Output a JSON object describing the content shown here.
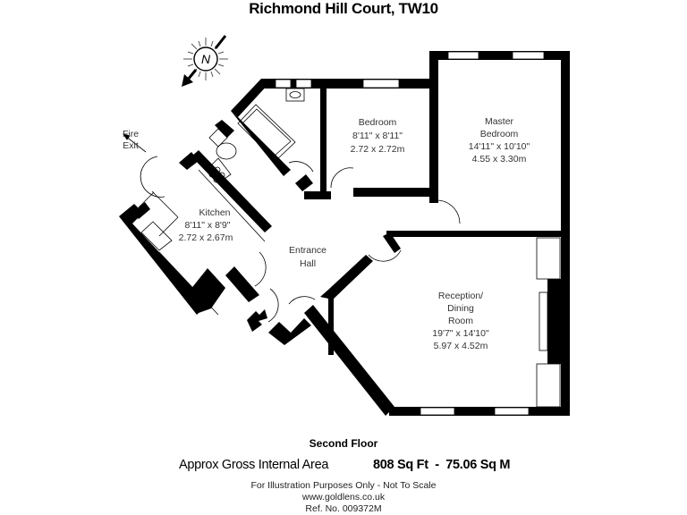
{
  "title": "Richmond Hill Court, TW10",
  "compass": {
    "label": "N"
  },
  "rooms": {
    "bedroom": {
      "name": "Bedroom",
      "imperial": "8'11\" x 8'11\"",
      "metric": "2.72 x 2.72m"
    },
    "master_bedroom": {
      "name_line1": "Master",
      "name_line2": "Bedroom",
      "imperial": "14'11\" x 10'10\"",
      "metric": "4.55 x 3.30m"
    },
    "kitchen": {
      "name": "Kitchen",
      "imperial": "8'11\" x 8'9\"",
      "metric": "2.72 x 2.67m"
    },
    "entrance_hall": {
      "name_line1": "Entrance",
      "name_line2": "Hall"
    },
    "reception": {
      "name_line1": "Reception/",
      "name_line2": "Dining",
      "name_line3": "Room",
      "imperial": "19'7\" x 14'10\"",
      "metric": "5.97 x 4.52m"
    }
  },
  "fire_exit": {
    "line1": "Fire",
    "line2": "Exit"
  },
  "footer": {
    "floor": "Second Floor",
    "area_label": "Approx Gross Internal Area",
    "area_value": "808 Sq Ft  -  75.06 Sq M",
    "disclaimer": "For Illustration Purposes Only - Not To Scale",
    "website": "www.goldlens.co.uk",
    "reference": "Ref. No. 009372M"
  }
}
